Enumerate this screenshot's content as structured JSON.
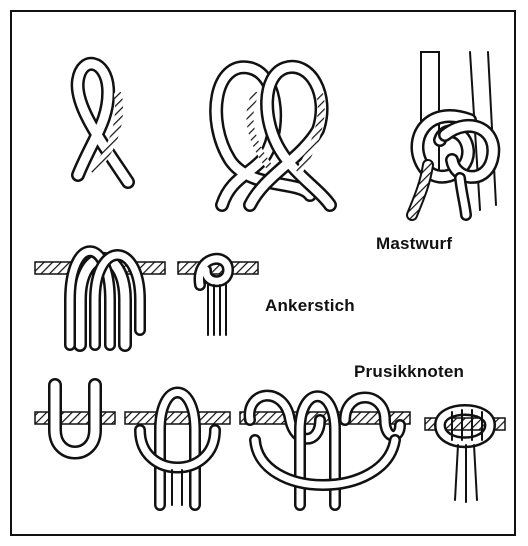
{
  "labels": {
    "mastwurf": "Mastwurf",
    "ankerstich": "Ankerstich",
    "prusikknoten": "Prusikknoten"
  },
  "colors": {
    "ink": "#111111",
    "rope_fill": "#ffffff",
    "hatch": "#111111"
  }
}
